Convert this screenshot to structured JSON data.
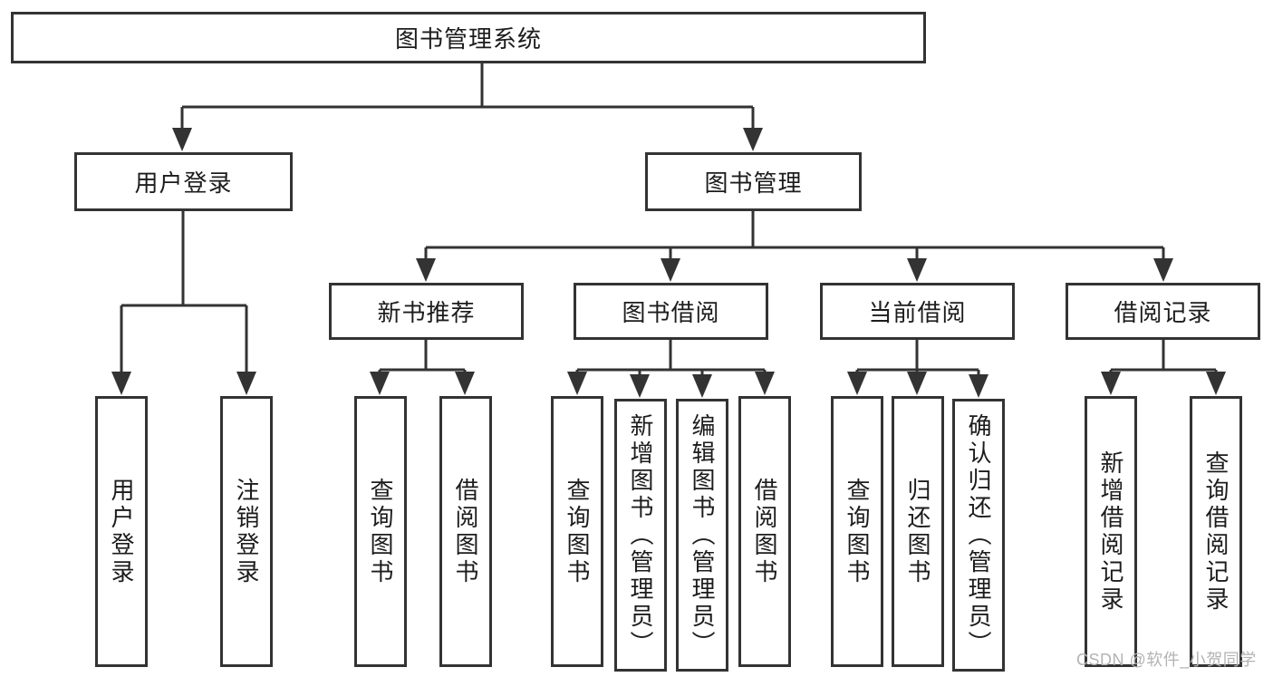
{
  "tree": {
    "root": {
      "label": "图书管理系统",
      "children": [
        {
          "label": "用户登录",
          "children": [
            {
              "label": "用户登录"
            },
            {
              "label": "注销登录"
            }
          ]
        },
        {
          "label": "图书管理",
          "children": [
            {
              "label": "新书推荐",
              "children": [
                {
                  "label": "查询图书"
                },
                {
                  "label": "借阅图书"
                }
              ]
            },
            {
              "label": "图书借阅",
              "children": [
                {
                  "label": "查询图书"
                },
                {
                  "label": "新增图书（管理员）"
                },
                {
                  "label": "编辑图书（管理员）"
                },
                {
                  "label": "借阅图书"
                }
              ]
            },
            {
              "label": "当前借阅",
              "children": [
                {
                  "label": "查询图书"
                },
                {
                  "label": "归还图书"
                },
                {
                  "label": "确认归还（管理员）"
                }
              ]
            },
            {
              "label": "借阅记录",
              "children": [
                {
                  "label": "新增借阅记录"
                },
                {
                  "label": "查询借阅记录"
                }
              ]
            }
          ]
        }
      ]
    }
  },
  "watermark": {
    "text": "CSDN @软件_小贺同学"
  },
  "colors": {
    "line": "#333333",
    "text": "#1c1c1c",
    "background": "#ffffff",
    "watermark": "#b3b3b3"
  }
}
